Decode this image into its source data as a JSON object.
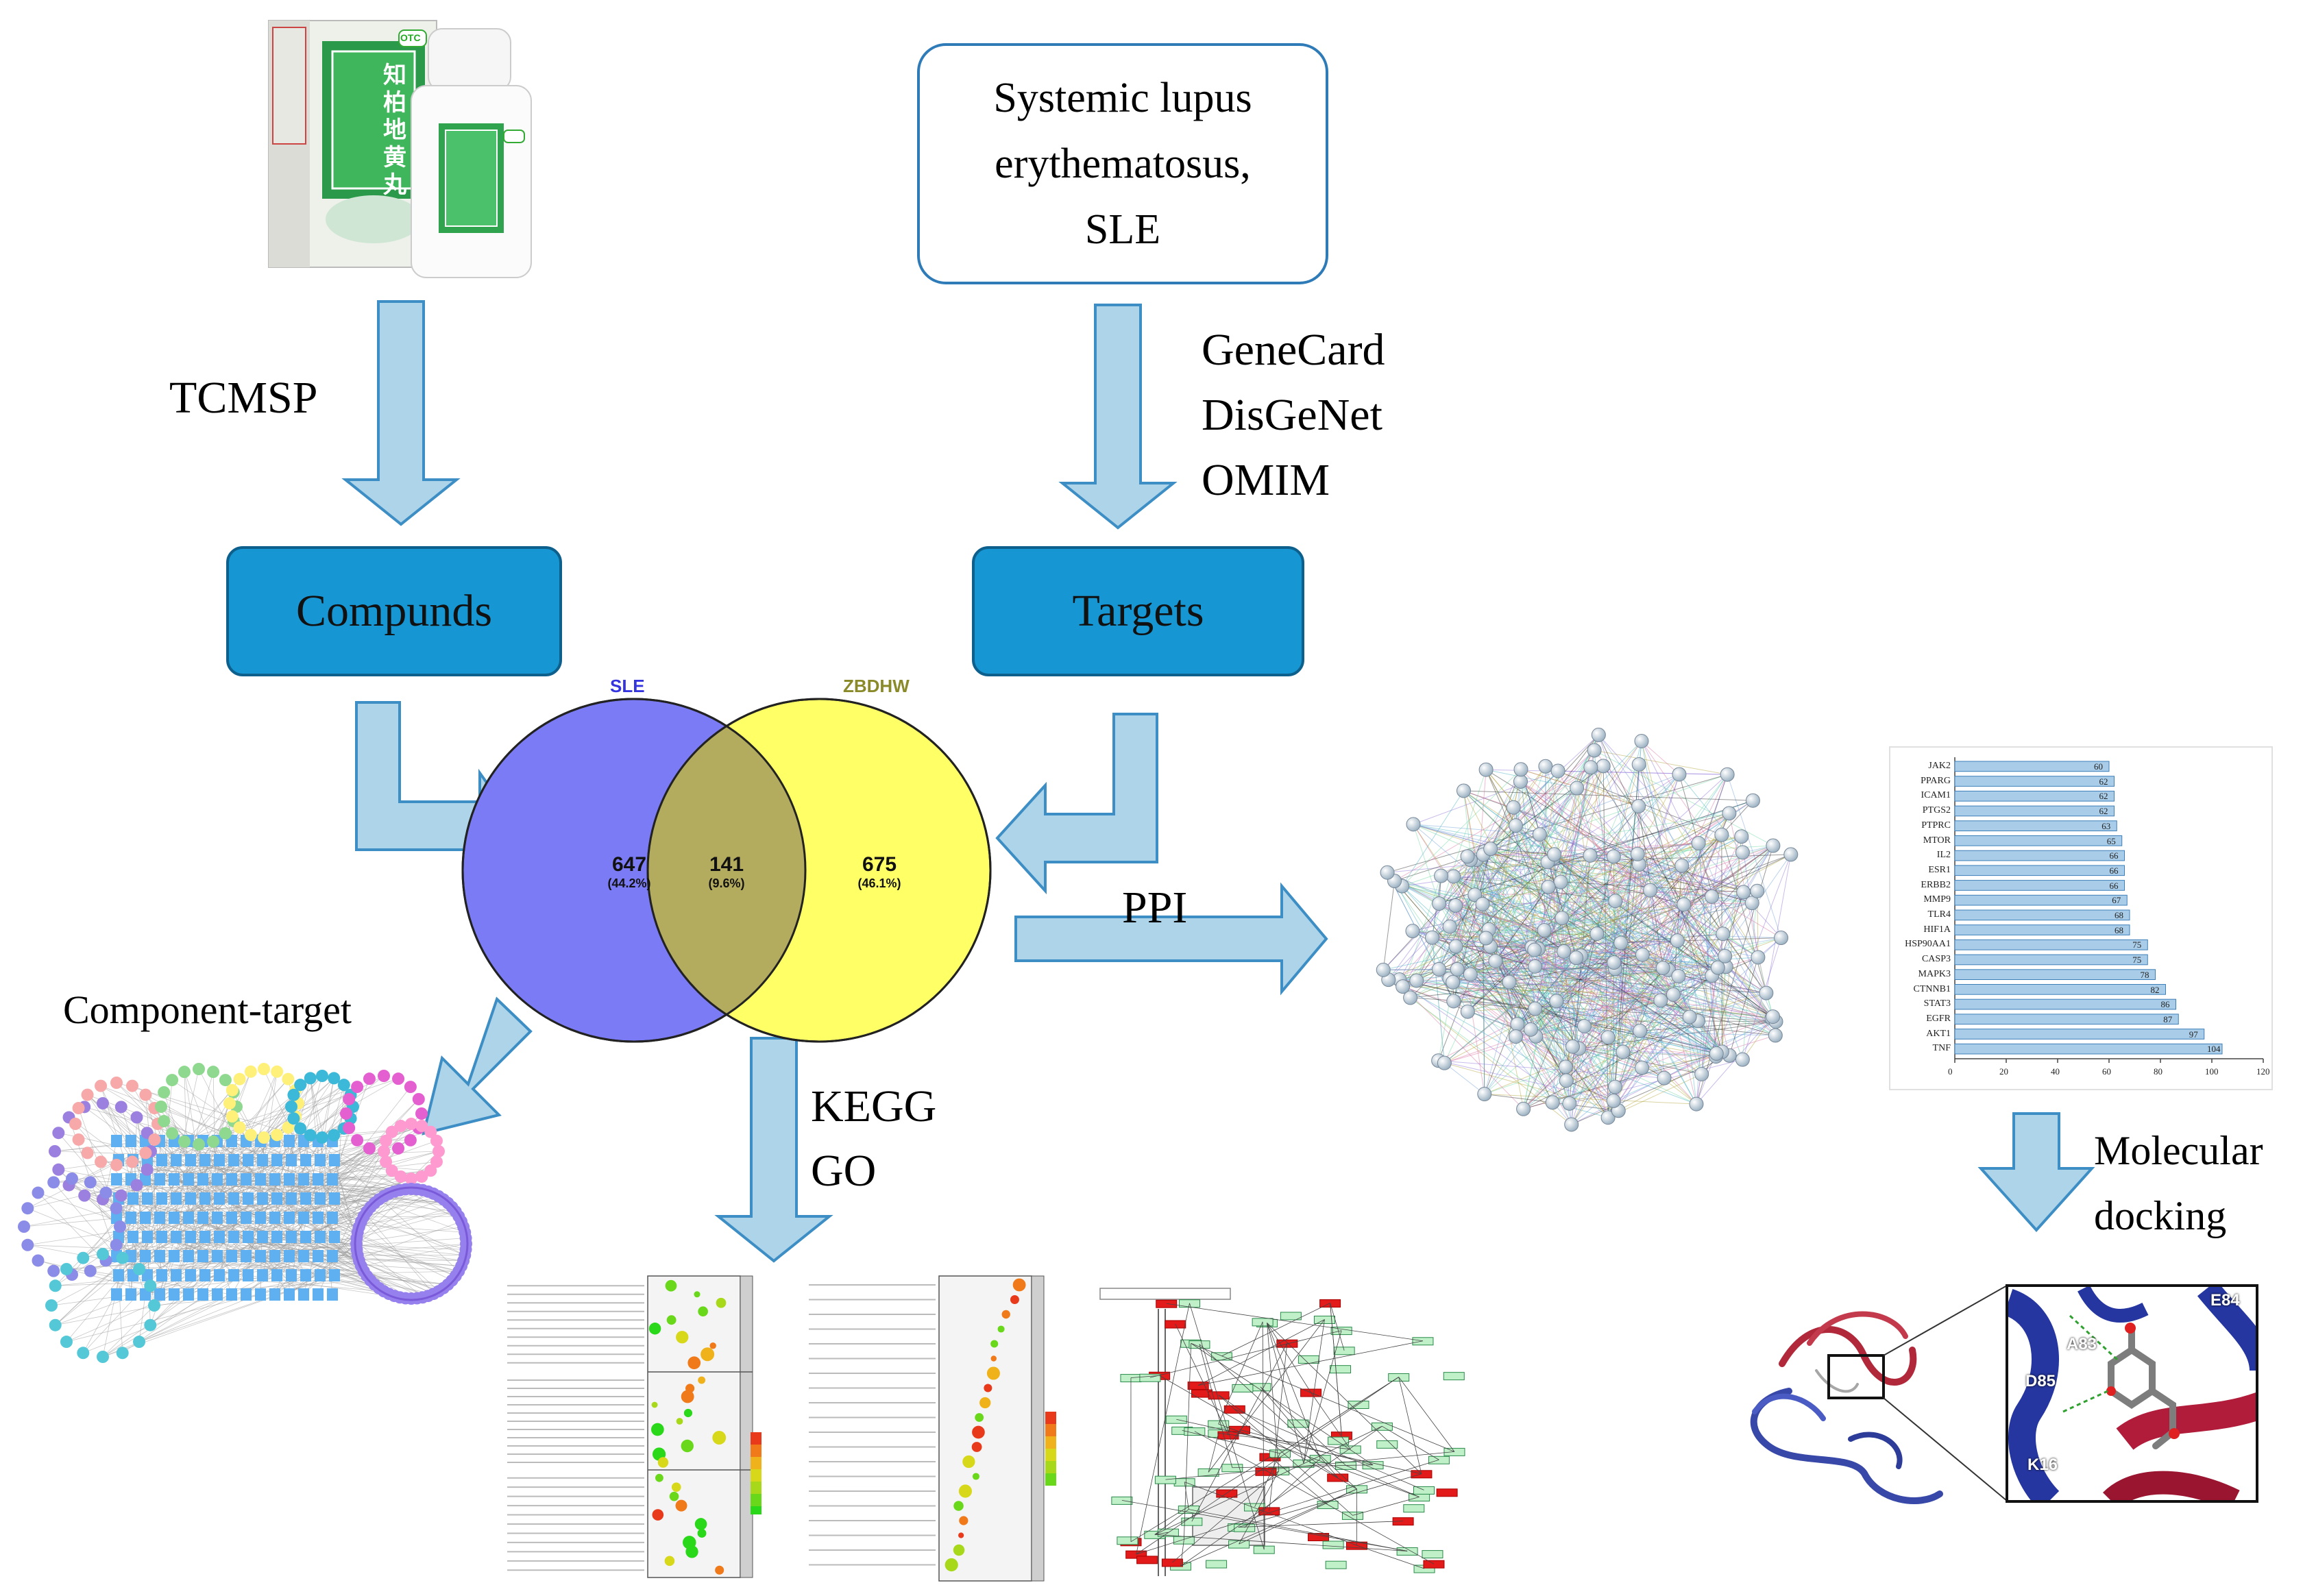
{
  "labels": {
    "tcmsp": "TCMSP",
    "genecard": "GeneCard",
    "disgenet": "DisGeNet",
    "omim": "OMIM",
    "ppi": "PPI",
    "component_target": "Component-target",
    "kegg": "KEGG",
    "go": "GO",
    "molecular": "Molecular",
    "docking": "docking"
  },
  "disease_box": {
    "line1": "Systemic lupus",
    "line2": "erythematosus,",
    "line3": "SLE"
  },
  "boxes": {
    "compunds": "Compunds",
    "targets": "Targets"
  },
  "venn": {
    "left_title": "SLE",
    "right_title": "ZBDHW",
    "left_color": "#7b7bf5",
    "right_color": "#ffff66",
    "left_count": "647",
    "left_pct": "(44.2%)",
    "overlap_count": "141",
    "overlap_pct": "(9.6%)",
    "right_count": "675",
    "right_pct": "(46.1%)"
  },
  "medicine_box": {
    "chars": "知柏地黄丸",
    "badge": "OTC"
  },
  "docking_labels": [
    "E84",
    "A83",
    "D85",
    "K16"
  ],
  "colors": {
    "arrow_fill": "#aed4ea",
    "arrow_stroke": "#3d8ec4",
    "button_fill": "#1696d2",
    "bar_fill": "#a9cde9"
  },
  "bar_chart": {
    "type": "bar",
    "orientation": "horizontal",
    "categories": [
      "JAK2",
      "PPARG",
      "ICAM1",
      "PTGS2",
      "PTPRC",
      "MTOR",
      "IL2",
      "ESR1",
      "ERBB2",
      "MMP9",
      "TLR4",
      "HIF1A",
      "HSP90AA1",
      "CASP3",
      "MAPK3",
      "CTNNB1",
      "STAT3",
      "EGFR",
      "AKT1",
      "TNF"
    ],
    "values": [
      60,
      62,
      62,
      62,
      63,
      65,
      66,
      66,
      66,
      67,
      68,
      68,
      75,
      75,
      78,
      82,
      86,
      87,
      97,
      104
    ],
    "xlim": [
      0,
      120
    ],
    "xticks": [
      "0",
      "20",
      "40",
      "60",
      "80",
      "100",
      "120"
    ]
  }
}
